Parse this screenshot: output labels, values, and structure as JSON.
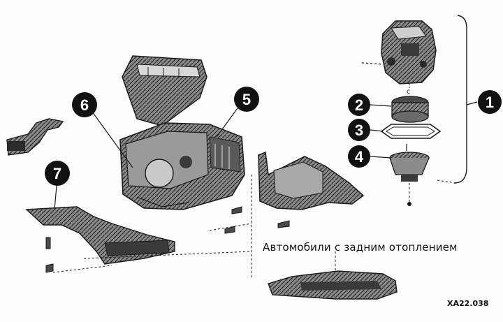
{
  "callouts": [
    {
      "id": "1",
      "label": "1"
    },
    {
      "id": "2",
      "label": "2"
    },
    {
      "id": "3",
      "label": "3"
    },
    {
      "id": "4",
      "label": "4"
    },
    {
      "id": "5",
      "label": "5"
    },
    {
      "id": "6",
      "label": "6"
    },
    {
      "id": "7",
      "label": "7"
    }
  ],
  "caption": "Автомобили с задним отоплением",
  "figure_code": "XA22.038",
  "colors": {
    "ink": "#1a1a1a",
    "fill": "#6e6e6e",
    "light": "#bdbdbd",
    "paper": "#fdfdfd"
  }
}
